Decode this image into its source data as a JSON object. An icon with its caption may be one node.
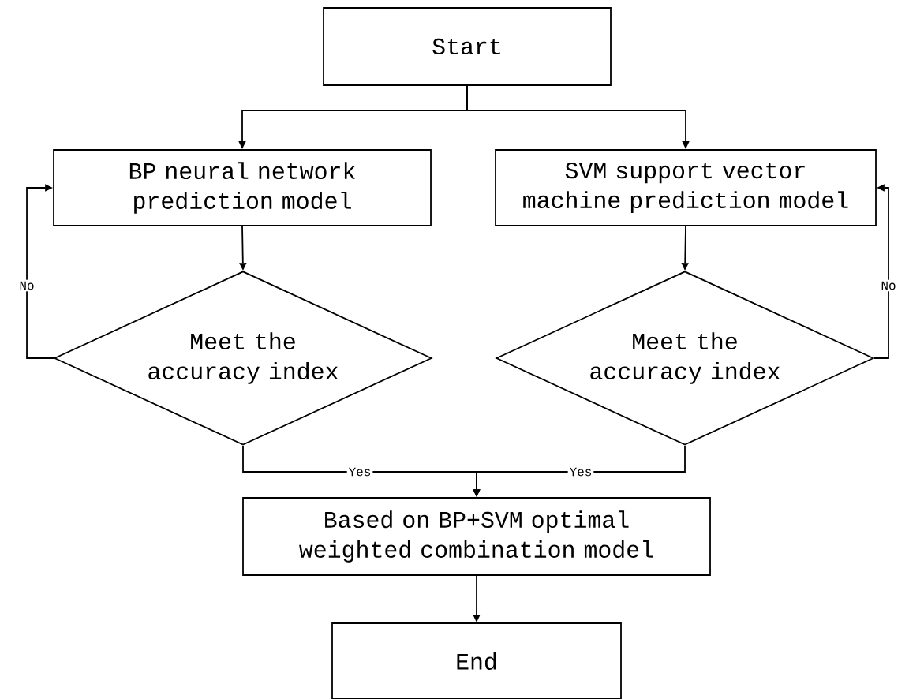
{
  "diagram": {
    "nodes": [
      {
        "text": [
          "Start"
        ]
      },
      {
        "text": [
          "BP neural network prediction model"
        ]
      },
      {
        "text": [
          "SVM support vector machine prediction model"
        ]
      },
      {
        "text": [
          "Meet the accuracy index"
        ]
      },
      {
        "text": [
          "Meet the accuracy index"
        ]
      },
      {
        "text": [
          "Based on BP+SVM optimal weighted combination model"
        ]
      },
      {
        "text": [
          "End"
        ]
      }
    ],
    "edges": [
      {
        "from": 0,
        "to": 1,
        "arrow": "to"
      },
      {
        "from": 0,
        "to": 2,
        "arrow": "to"
      },
      {
        "from": 1,
        "to": 3,
        "arrow": "to"
      },
      {
        "from": 2,
        "to": 4,
        "arrow": "to"
      },
      {
        "from": 3,
        "to": 1,
        "arrow": "to",
        "label": "No"
      },
      {
        "from": 4,
        "to": 2,
        "arrow": "to",
        "label": "No"
      },
      {
        "from": 3,
        "to": 5,
        "arrow": "to",
        "label": "Yes"
      },
      {
        "from": 4,
        "to": 5,
        "arrow": "to",
        "label": "Yes"
      },
      {
        "from": 5,
        "to": 6,
        "arrow": "to"
      }
    ]
  }
}
